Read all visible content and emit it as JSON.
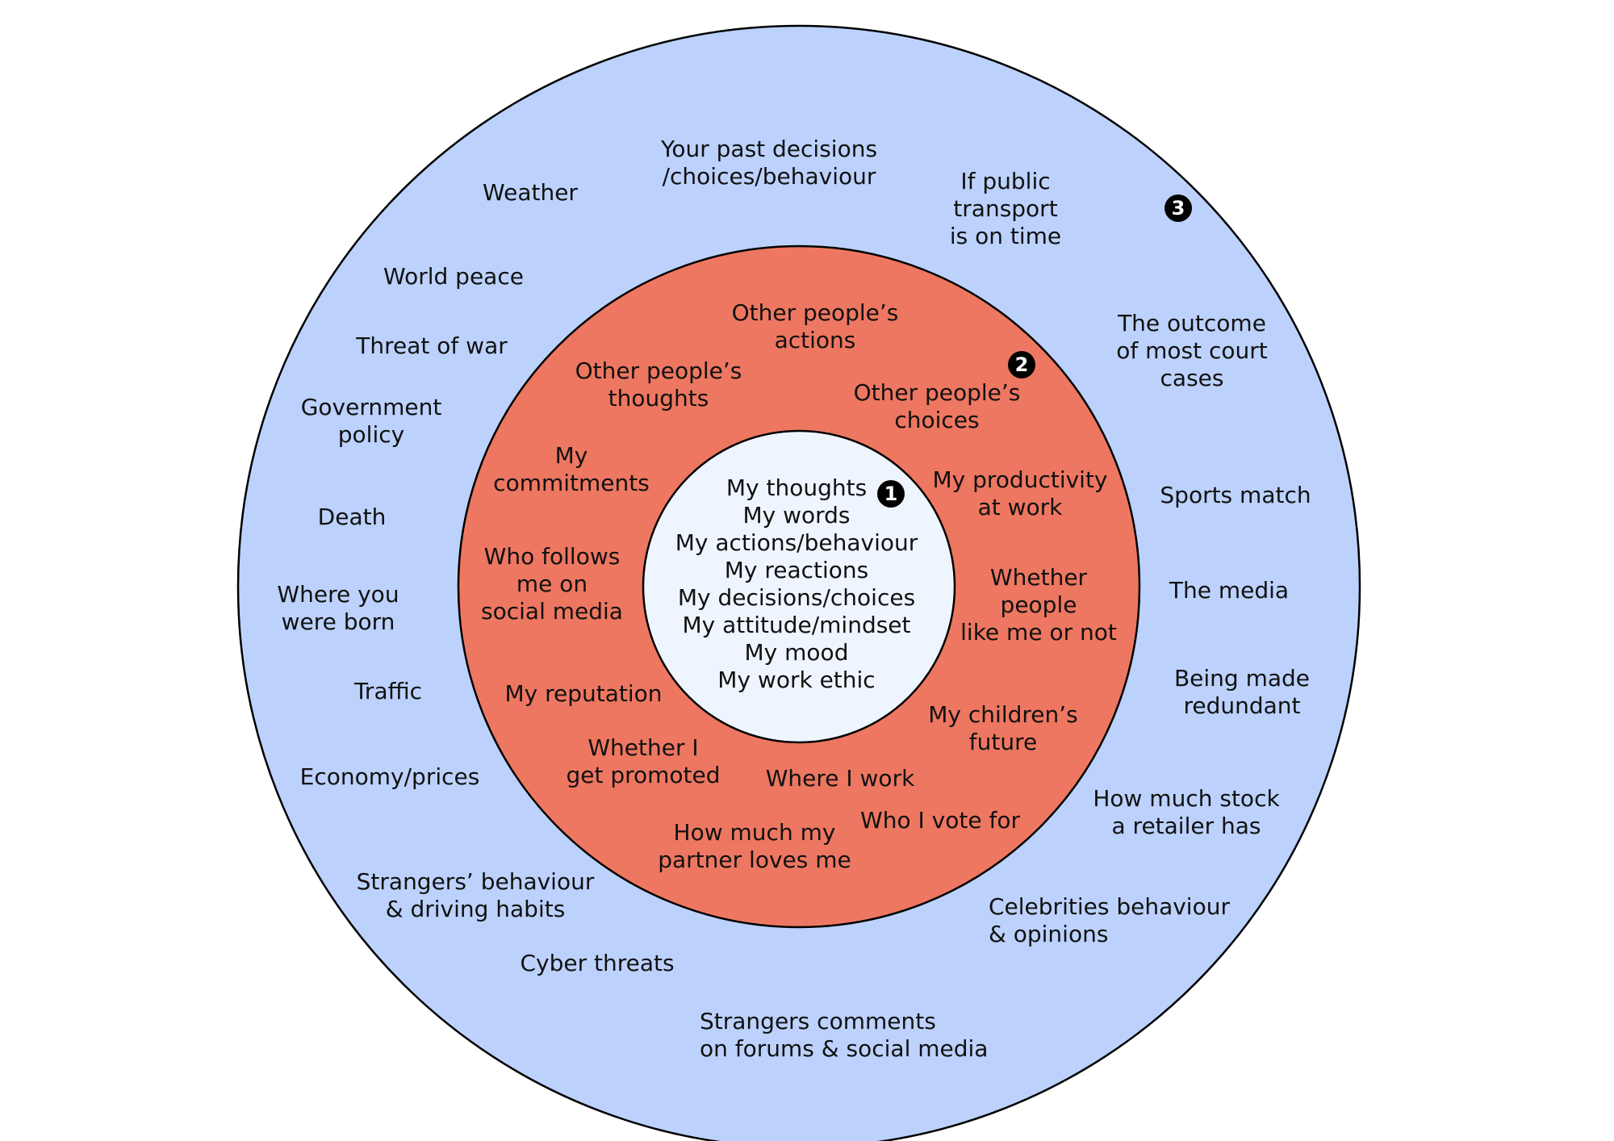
{
  "colors": {
    "outer_ring": "#bcd2fc",
    "middle_ring": "#ee7761",
    "inner_circle": "#eff5fe",
    "stroke": "#000000",
    "text": "#111111"
  },
  "badges": {
    "inner": "1",
    "middle": "2",
    "outer": "3"
  },
  "inner_items": {
    "text": "My thoughts\nMy words\nMy actions/behaviour\nMy reactions\nMy decisions/choices\nMy attitude/mindset\nMy mood\nMy work ethic"
  },
  "middle_items": [
    "Other people’s\nactions",
    "Other people’s\nthoughts",
    "Other people’s\nchoices",
    "My\ncommitments",
    "My productivity\nat work",
    "Who follows\nme on\nsocial media",
    "Whether\npeople\nlike me or not",
    "My reputation",
    "My children’s\nfuture",
    "Whether I\nget promoted",
    "Where I work",
    "Who I vote for",
    "How much my\npartner loves me"
  ],
  "outer_items": [
    "Your past decisions\n/choices/behaviour",
    "Weather",
    "If public\ntransport\nis on time",
    "World peace",
    "The outcome\nof most court\ncases",
    "Threat of war",
    "Government\npolicy",
    "Sports match",
    "Death",
    "The media",
    "Where you\nwere born",
    "Traffic",
    "Being made\nredundant",
    "Economy/prices",
    "How much stock\na retailer has",
    "Strangers’ behaviour\n& driving habits",
    "Celebrities behaviour\n& opinions",
    "Cyber threats",
    "Strangers comments\non forums & social media"
  ]
}
